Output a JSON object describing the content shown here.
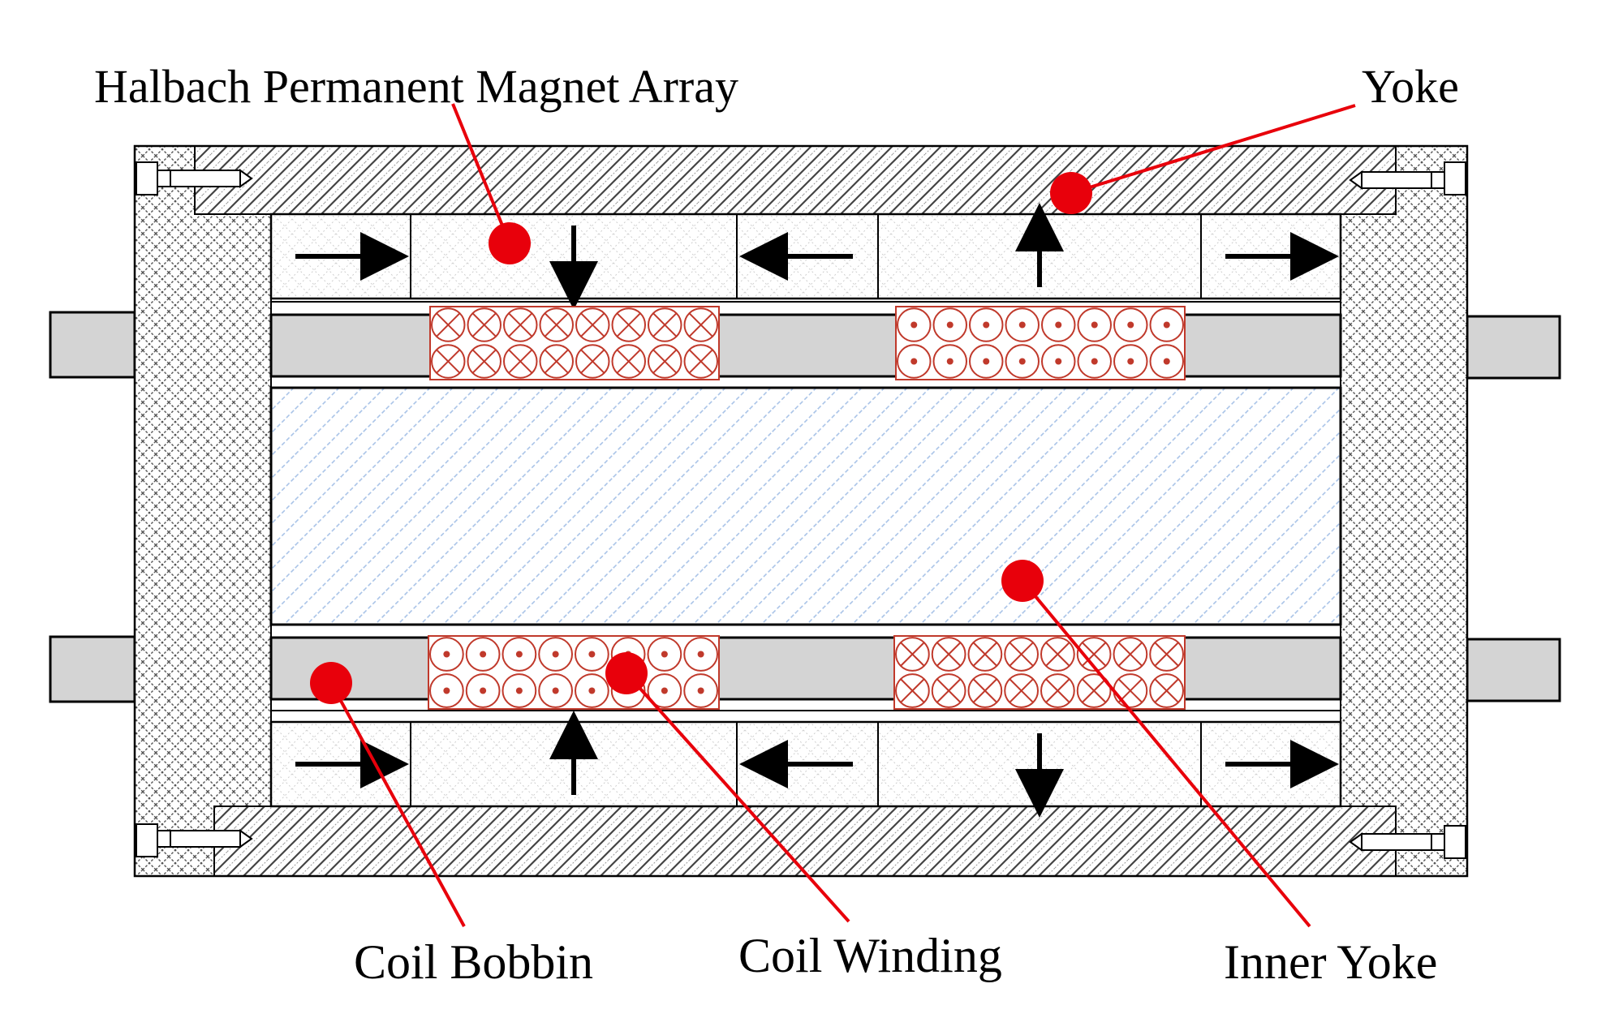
{
  "labels": {
    "halbach": "Halbach Permanent Magnet Array",
    "yoke": "Yoke",
    "coil_bobbin": "Coil Bobbin",
    "coil_winding": "Coil Winding",
    "inner_yoke": "Inner Yoke"
  },
  "colors": {
    "callout": "#e8000b",
    "coil": "#c0392b",
    "bobbin": "#d4d4d4",
    "inner_yoke_hatch": "#aac4e8",
    "outline": "#000000"
  },
  "magnets": {
    "top": [
      "right",
      "down",
      "left",
      "up",
      "right"
    ],
    "bottom": [
      "right",
      "up",
      "left",
      "down",
      "right"
    ]
  },
  "coils": {
    "top": [
      "into-page",
      "out-of-page"
    ],
    "bottom": [
      "out-of-page",
      "into-page"
    ]
  }
}
